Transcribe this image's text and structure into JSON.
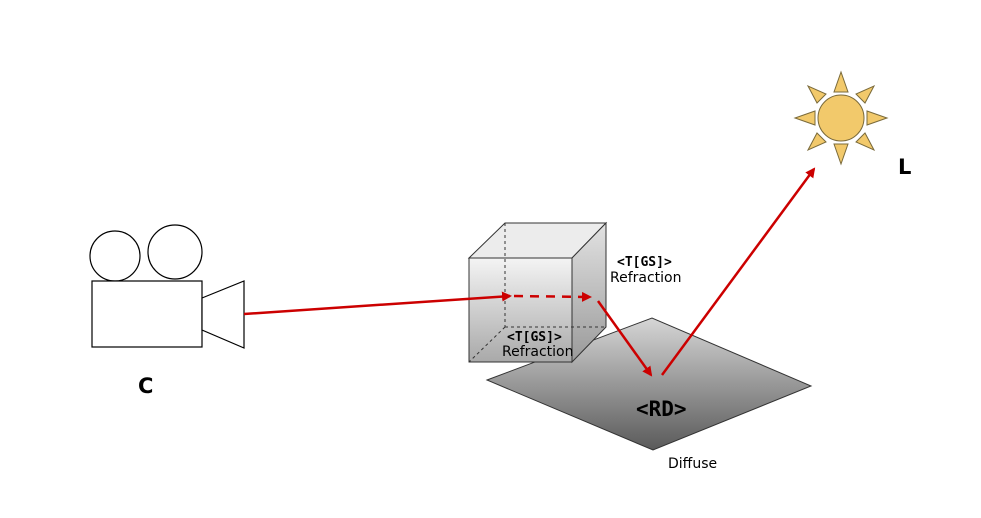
{
  "diagram": {
    "camera_label": "C",
    "light_label": "L",
    "glass_code_top": "<T[GS]>",
    "glass_text_top": "Refraction",
    "glass_code_inner": "<T[GS]>",
    "glass_text_inner": "Refraction",
    "floor_code": "<RD>",
    "floor_text": "Diffuse"
  },
  "colors": {
    "ray": "#cc0000",
    "sun_fill": "#f2c96b",
    "sun_stroke": "#7a6a3a",
    "floor_light": "#d6d6d6",
    "floor_dark": "#5a5a5a",
    "cube_light": "#f7f7f7",
    "cube_dark": "#a8a8a8"
  }
}
